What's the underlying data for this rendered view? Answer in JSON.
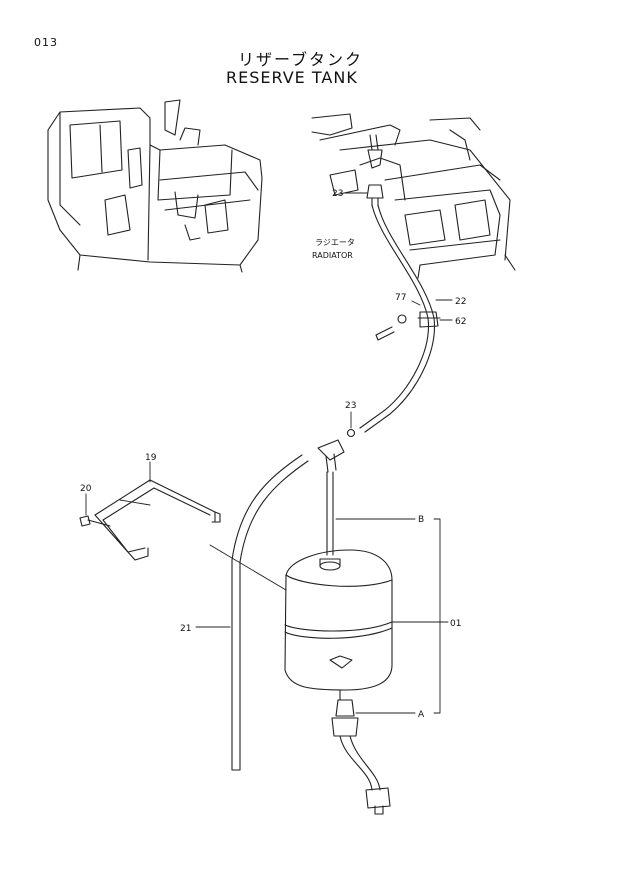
{
  "page": {
    "page_number": "013",
    "title_jp": "リザーブタンク",
    "title_en": "RESERVE TANK"
  },
  "labels": {
    "radiator_jp": "ラジエータ",
    "radiator_en": "RADIATOR"
  },
  "parts": [
    {
      "id": "p23a",
      "label": "23"
    },
    {
      "id": "p77",
      "label": "77"
    },
    {
      "id": "p22",
      "label": "22"
    },
    {
      "id": "p62",
      "label": "62"
    },
    {
      "id": "p23b",
      "label": "23"
    },
    {
      "id": "p19",
      "label": "19"
    },
    {
      "id": "p20",
      "label": "20"
    },
    {
      "id": "pB",
      "label": "B"
    },
    {
      "id": "p01",
      "label": "01"
    },
    {
      "id": "p21",
      "label": "21"
    },
    {
      "id": "pA",
      "label": "A"
    }
  ]
}
